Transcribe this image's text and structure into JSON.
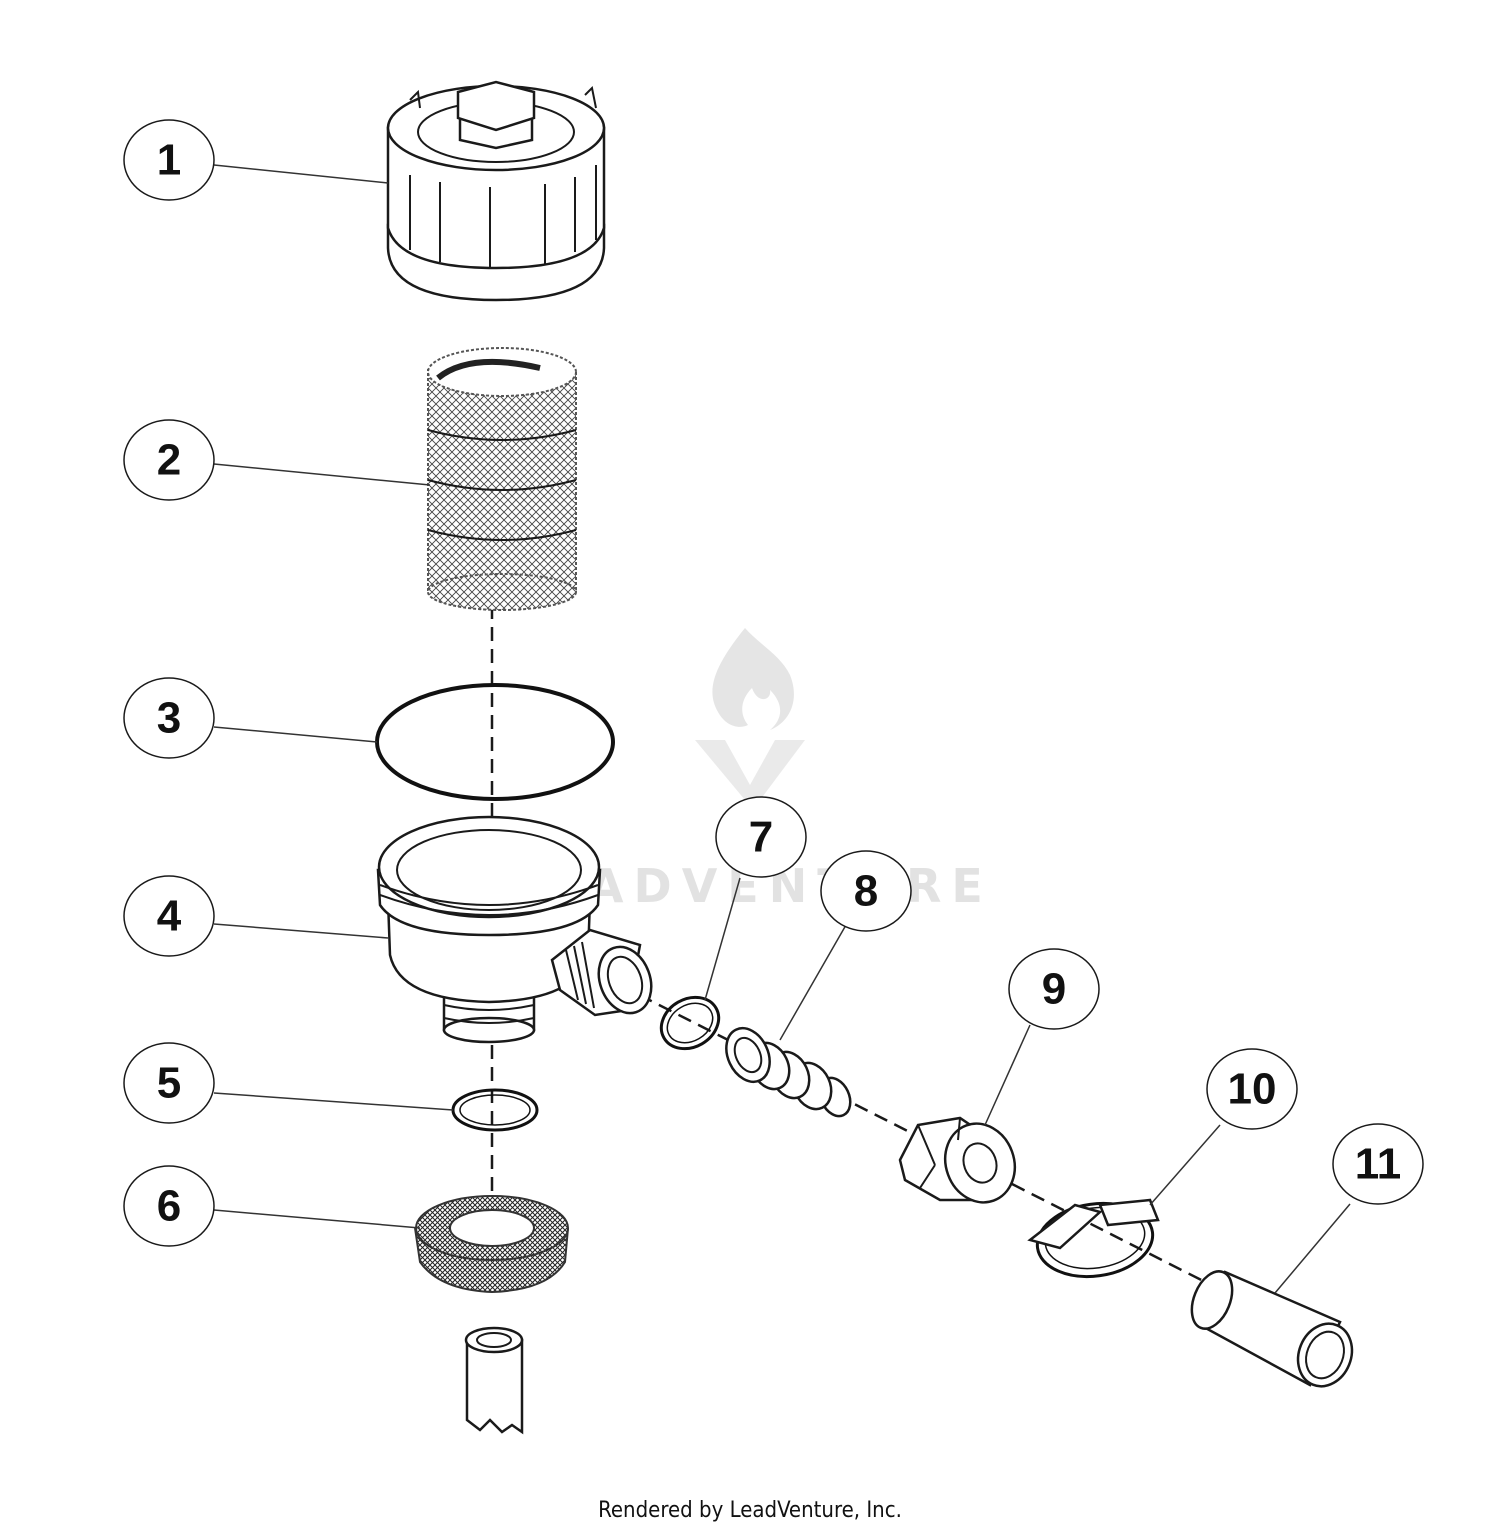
{
  "diagram": {
    "callouts": [
      {
        "id": "1",
        "label": "1"
      },
      {
        "id": "2",
        "label": "2"
      },
      {
        "id": "3",
        "label": "3"
      },
      {
        "id": "4",
        "label": "4"
      },
      {
        "id": "5",
        "label": "5"
      },
      {
        "id": "6",
        "label": "6"
      },
      {
        "id": "7",
        "label": "7"
      },
      {
        "id": "8",
        "label": "8"
      },
      {
        "id": "9",
        "label": "9"
      },
      {
        "id": "10",
        "label": "10"
      },
      {
        "id": "11",
        "label": "11"
      }
    ],
    "watermark": "LEADVENTURE",
    "footer": "Rendered by LeadVenture, Inc."
  },
  "colors": {
    "line": "#1a1a1a",
    "background": "#ffffff",
    "watermark": "#d7d7d7"
  }
}
